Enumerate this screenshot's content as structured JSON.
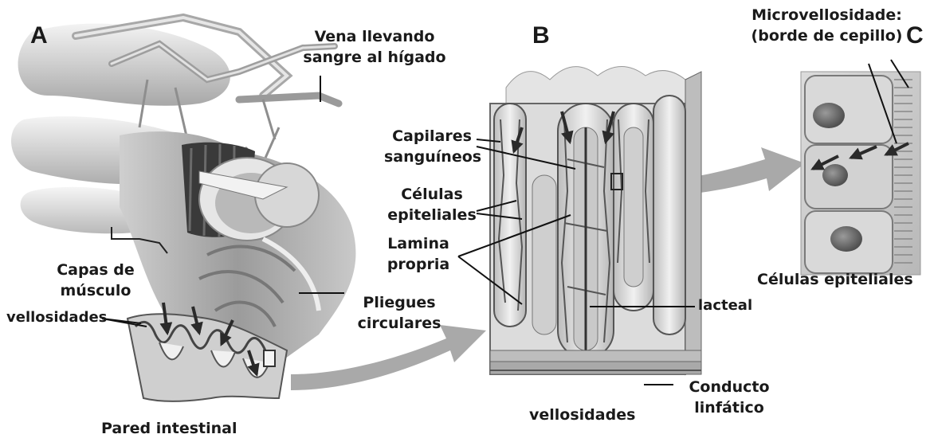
{
  "panels": {
    "a": "A",
    "b": "B",
    "c": "C"
  },
  "labels": {
    "vena_line1": "Vena llevando",
    "vena_line2": "sangre al hígado",
    "microvellosidades_line1": "Microvellosidade:",
    "microvellosidades_line2": "(borde de cepillo)",
    "capilares_line1": "Capilares",
    "capilares_line2": "sanguíneos",
    "celulas_epiteliales_b_line1": "Células",
    "celulas_epiteliales_b_line2": "epiteliales",
    "lamina_line1": "Lamina",
    "lamina_line2": "propria",
    "capas_line1": "Capas de",
    "capas_line2": "músculo",
    "vellosidades_a": "vellosidades",
    "pliegues_line1": "Pliegues",
    "pliegues_line2": "circulares",
    "lacteal": "lacteal",
    "conducto_line1": "Conducto",
    "conducto_line2": "linfático",
    "vellosidades_b": "vellosidades",
    "pared_intestinal": "Pared intestinal",
    "celulas_epiteliales_c": "Células epiteliales"
  },
  "colors": {
    "tissue_light": "#d8d8d8",
    "tissue_mid": "#b0b0b0",
    "tissue_dark": "#555555",
    "muscle_band": "#3a3a3a",
    "arrow": "#2a2a2a",
    "leader": "#111111",
    "flow_arrow": "#a9a9a9"
  }
}
